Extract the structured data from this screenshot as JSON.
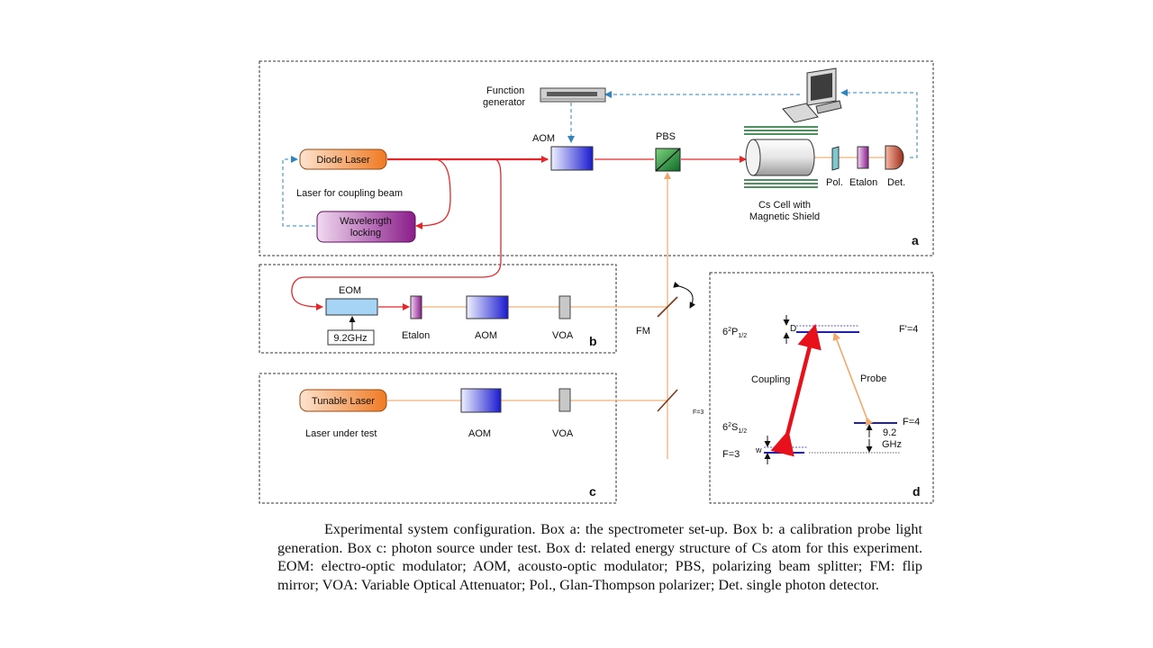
{
  "labels": {
    "function_generator": [
      "Function",
      "generator"
    ],
    "aom": "AOM",
    "pbs": "PBS",
    "diode_laser": "Diode Laser",
    "laser_coupling": "Laser for coupling beam",
    "wavelength_locking": [
      "Wavelength",
      "locking"
    ],
    "cs_cell": [
      "Cs Cell with",
      "Magnetic Shield"
    ],
    "pol": "Pol.",
    "etalon": "Etalon",
    "det": "Det.",
    "eom": "EOM",
    "freq": "9.2GHz",
    "voa": "VOA",
    "fm": "FM",
    "tunable_laser": "Tunable Laser",
    "laser_under_test": "Laser under test",
    "f3_small": "F=3"
  },
  "box_labels": {
    "a": "a",
    "b": "b",
    "c": "c",
    "d": "d"
  },
  "energy": {
    "p_level": {
      "main": "6",
      "sup": "2",
      "letter": "P",
      "sub": "1/2"
    },
    "s_level": {
      "main": "6",
      "sup": "2",
      "letter": "S",
      "sub": "1/2"
    },
    "D": "D",
    "w": "w",
    "f_prime_4": "F'=4",
    "f4": "F=4",
    "f3": "F=3",
    "coupling": "Coupling",
    "probe": "Probe",
    "split": [
      "9.2",
      "GHz"
    ]
  },
  "colors": {
    "red_beam": "#e8262a",
    "orange_beam": "#f2b27a",
    "blue_dashed": "#2e86c1",
    "level_blue": "#2020aa"
  },
  "caption": "Experimental system configuration. Box a: the spectrometer set-up. Box b: a calibration probe light generation. Box c: photon source under test. Box d: related energy structure of Cs atom for this experiment. EOM: electro-optic modulator; AOM, acousto-optic modulator; PBS, polarizing beam splitter; FM: flip mirror; VOA: Variable Optical Attenuator; Pol., Glan-Thompson polarizer; Det. single photon detector."
}
